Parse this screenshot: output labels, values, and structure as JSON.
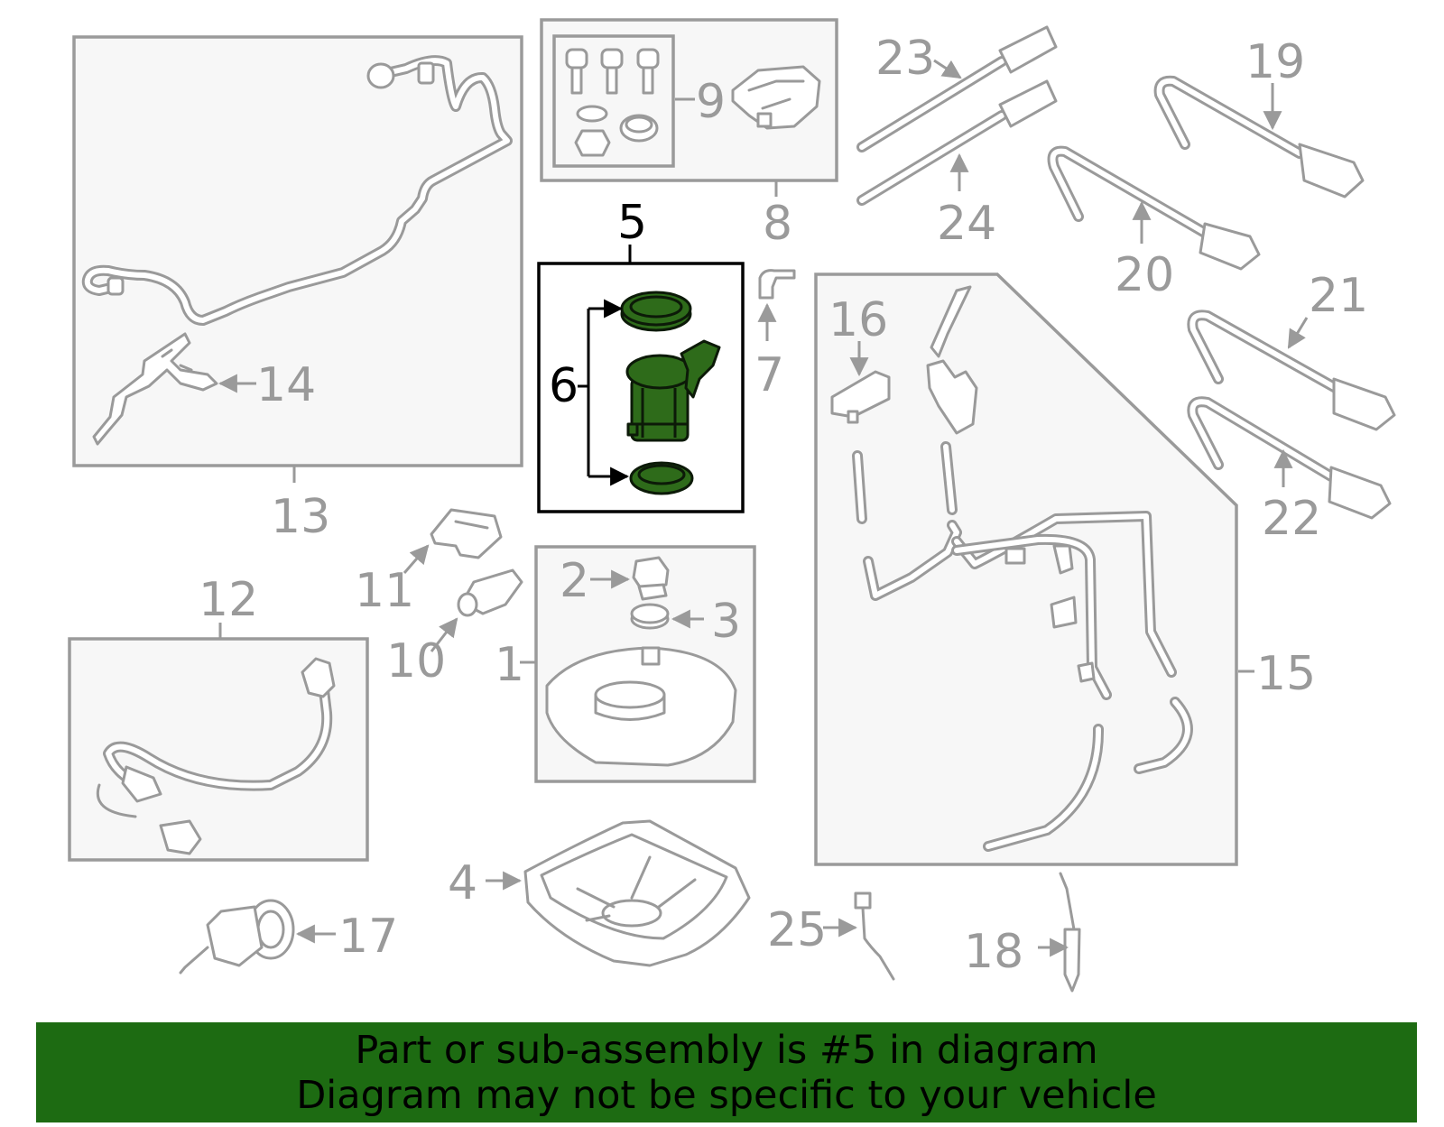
{
  "callouts": {
    "c1": "1",
    "c2": "2",
    "c3": "3",
    "c4": "4",
    "c5": "5",
    "c6": "6",
    "c7": "7",
    "c8": "8",
    "c9": "9",
    "c10": "10",
    "c11": "11",
    "c12": "12",
    "c13": "13",
    "c14": "14",
    "c15": "15",
    "c16": "16",
    "c17": "17",
    "c18": "18",
    "c19": "19",
    "c20": "20",
    "c21": "21",
    "c22": "22",
    "c23": "23",
    "c24": "24",
    "c25": "25"
  },
  "highlight": {
    "part_number": "5",
    "color": "#2e6b1a"
  },
  "banner": {
    "line1": "Part or sub-assembly is #5 in diagram",
    "line2": "Diagram may not be specific to your vehicle",
    "background": "#1d6b12"
  }
}
